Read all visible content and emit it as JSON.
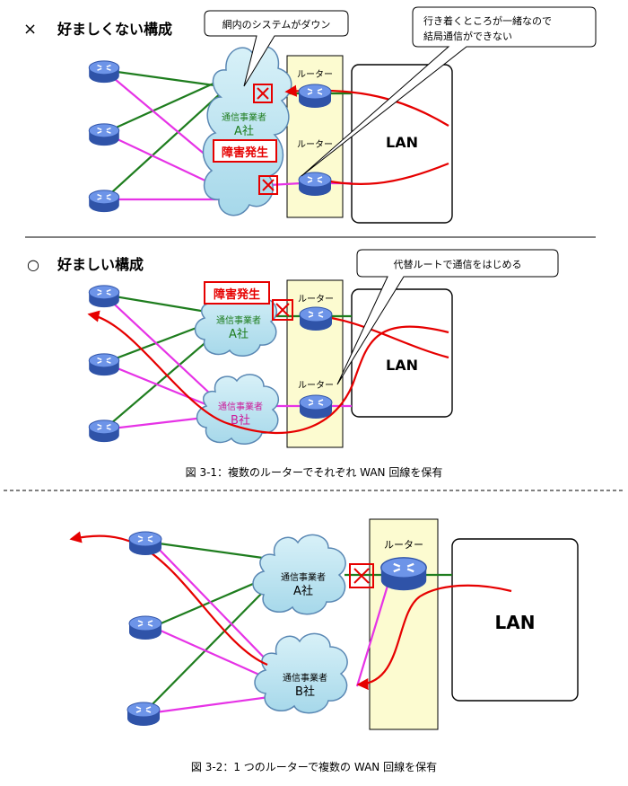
{
  "colors": {
    "green": "#1e7d1e",
    "magenta": "#e633e6",
    "red": "#e60000",
    "cloud_fill": "#bfe6f2",
    "cloud_stroke": "#5a88b4",
    "router_body": "#3f67c5",
    "router_top": "#6d94e8",
    "panel_fill": "#fcfbd0",
    "green_text": "#1e7d1e",
    "magenta_text": "#cc1a99",
    "fault_text": "#e60000"
  },
  "icons": {
    "router": "router-icon",
    "cloud": "cloud-icon",
    "failure": "x-mark-icon"
  },
  "top": {
    "bad": {
      "mark": "×",
      "heading": "好ましくない構成",
      "carrier_line1": "通信事業者",
      "carrier_line2": "A社",
      "router_label_1": "ルーター",
      "router_label_2": "ルーター",
      "lan": "LAN",
      "fault": "障害発生",
      "callout_1": "網内のシステムがダウン",
      "callout_2_line1": "行き着くところが一緒なので",
      "callout_2_line2": "結局通信ができない"
    },
    "good": {
      "mark": "○",
      "heading": "好ましい構成",
      "carrier_a_line1": "通信事業者",
      "carrier_a_line2": "A社",
      "carrier_b_line1": "通信事業者",
      "carrier_b_line2": "B社",
      "router_label_1": "ルーター",
      "router_label_2": "ルーター",
      "lan": "LAN",
      "fault": "障害発生",
      "callout": "代替ルートで通信をはじめる"
    },
    "caption": "図 3-1：複数のルーターでそれぞれ WAN 回線を保有"
  },
  "bottom": {
    "carrier_a_line1": "通信事業者",
    "carrier_a_line2": "A社",
    "carrier_b_line1": "通信事業者",
    "carrier_b_line2": "B社",
    "router_label": "ルーター",
    "lan": "LAN",
    "caption": "図 3-2：1 つのルーターで複数の WAN 回線を保有"
  }
}
